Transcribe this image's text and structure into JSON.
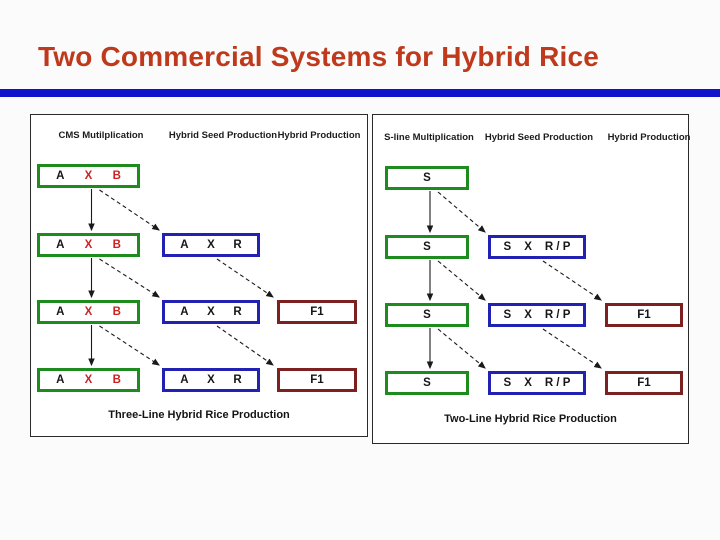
{
  "title": "Two Commercial Systems for Hybrid Rice",
  "colors": {
    "title_text": "#bf3a1c",
    "divider_bar": "#1212cc",
    "green_box_border": "#1e8b1e",
    "blue_box_border": "#2121b4",
    "maroon_box_border": "#7c2020",
    "red_letter": "#cc2222",
    "black_letter": "#161616"
  },
  "panels": [
    {
      "id": "three-line",
      "headers": [
        "CMS Mutilplication",
        "Hybrid Seed Production",
        "Hybrid Production"
      ],
      "caption": "Three-Line Hybrid Rice Production",
      "rows": [
        {
          "cells": [
            {
              "kind": "green",
              "tokens": [
                [
                  "A",
                  "black"
                ],
                [
                  "X",
                  "red"
                ],
                [
                  "B",
                  "red"
                ]
              ]
            }
          ]
        },
        {
          "cells": [
            {
              "kind": "green",
              "tokens": [
                [
                  "A",
                  "black"
                ],
                [
                  "X",
                  "red"
                ],
                [
                  "B",
                  "red"
                ]
              ]
            },
            {
              "kind": "blue",
              "tokens": [
                [
                  "A",
                  "black"
                ],
                [
                  "X",
                  "black"
                ],
                [
                  "R",
                  "black"
                ]
              ]
            }
          ]
        },
        {
          "cells": [
            {
              "kind": "green",
              "tokens": [
                [
                  "A",
                  "black"
                ],
                [
                  "X",
                  "red"
                ],
                [
                  "B",
                  "red"
                ]
              ]
            },
            {
              "kind": "blue",
              "tokens": [
                [
                  "A",
                  "black"
                ],
                [
                  "X",
                  "black"
                ],
                [
                  "R",
                  "black"
                ]
              ]
            },
            {
              "kind": "maroon",
              "tokens": [
                [
                  "F1",
                  "black"
                ]
              ]
            }
          ]
        },
        {
          "cells": [
            {
              "kind": "green",
              "tokens": [
                [
                  "A",
                  "black"
                ],
                [
                  "X",
                  "red"
                ],
                [
                  "B",
                  "red"
                ]
              ]
            },
            {
              "kind": "blue",
              "tokens": [
                [
                  "A",
                  "black"
                ],
                [
                  "X",
                  "black"
                ],
                [
                  "R",
                  "black"
                ]
              ]
            },
            {
              "kind": "maroon",
              "tokens": [
                [
                  "F1",
                  "black"
                ]
              ]
            }
          ]
        }
      ]
    },
    {
      "id": "two-line",
      "headers": [
        "S-line Multiplication",
        "Hybrid Seed Production",
        "Hybrid Production"
      ],
      "caption": "Two-Line Hybrid Rice Production",
      "rows": [
        {
          "cells": [
            {
              "kind": "green",
              "tokens": [
                [
                  "S",
                  "black"
                ]
              ]
            }
          ]
        },
        {
          "cells": [
            {
              "kind": "green",
              "tokens": [
                [
                  "S",
                  "black"
                ]
              ]
            },
            {
              "kind": "blue",
              "tokens": [
                [
                  "S",
                  "black"
                ],
                [
                  "X",
                  "black"
                ],
                [
                  "R / P",
                  "black"
                ]
              ]
            }
          ]
        },
        {
          "cells": [
            {
              "kind": "green",
              "tokens": [
                [
                  "S",
                  "black"
                ]
              ]
            },
            {
              "kind": "blue",
              "tokens": [
                [
                  "S",
                  "black"
                ],
                [
                  "X",
                  "black"
                ],
                [
                  "R / P",
                  "black"
                ]
              ]
            },
            {
              "kind": "maroon",
              "tokens": [
                [
                  "F1",
                  "black"
                ]
              ]
            }
          ]
        },
        {
          "cells": [
            {
              "kind": "green",
              "tokens": [
                [
                  "S",
                  "black"
                ]
              ]
            },
            {
              "kind": "blue",
              "tokens": [
                [
                  "S",
                  "black"
                ],
                [
                  "X",
                  "black"
                ],
                [
                  "R / P",
                  "black"
                ]
              ]
            },
            {
              "kind": "maroon",
              "tokens": [
                [
                  "F1",
                  "black"
                ]
              ]
            }
          ]
        }
      ]
    }
  ]
}
